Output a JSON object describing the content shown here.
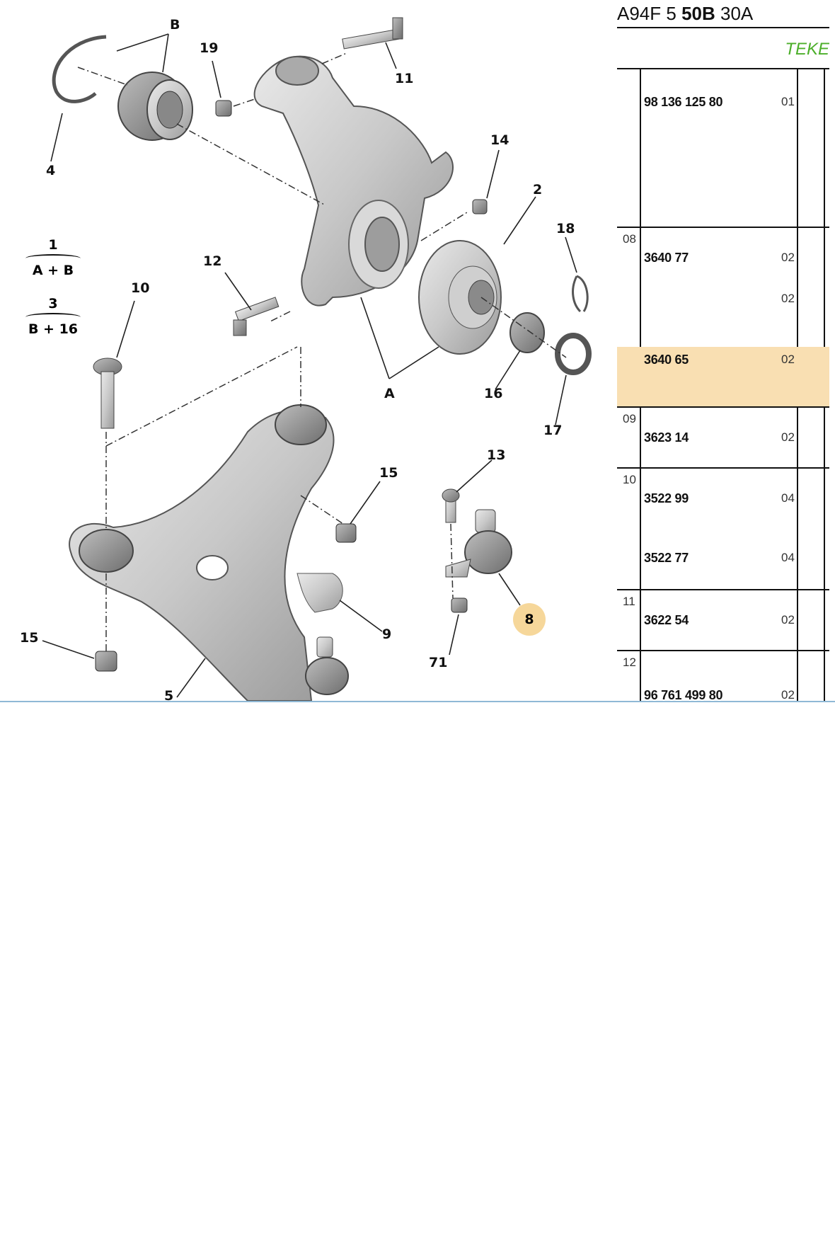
{
  "diagram": {
    "callouts": [
      "B",
      "19",
      "11",
      "4",
      "14",
      "2",
      "18",
      "12",
      "10",
      "16",
      "A",
      "17",
      "13",
      "15",
      "15",
      "9",
      "71",
      "8",
      "5"
    ],
    "formulas": [
      {
        "top": "1",
        "bottom": "A + B"
      },
      {
        "top": "3",
        "bottom": "B + 16"
      }
    ],
    "highlight_color": "#f6d79a"
  },
  "panel": {
    "header_part1": "A94F 5 ",
    "header_bold": "50B",
    "header_part2": " 30A",
    "subheader": "TEKE",
    "subheader_color": "#4caf2a",
    "highlight_color": "#f9dfb2",
    "rows": [
      {
        "group": "",
        "parts": [
          {
            "number": "98 136 125 80",
            "qty": "01"
          }
        ]
      },
      {
        "group": "08",
        "parts": [
          {
            "number": "3640 77",
            "qty": "02"
          },
          {
            "number": "",
            "qty": "02"
          }
        ]
      },
      {
        "group": "",
        "parts": [
          {
            "number": "3640 65",
            "qty": "02"
          }
        ],
        "highlighted": true
      },
      {
        "group": "09",
        "parts": [
          {
            "number": "3623 14",
            "qty": "02"
          }
        ]
      },
      {
        "group": "10",
        "parts": [
          {
            "number": "3522 99",
            "qty": "04"
          },
          {
            "number": "3522 77",
            "qty": "04"
          }
        ]
      },
      {
        "group": "11",
        "parts": [
          {
            "number": "3622 54",
            "qty": "02"
          }
        ]
      },
      {
        "group": "12",
        "parts": [
          {
            "number": "96 761 499 80",
            "qty": "02"
          }
        ]
      }
    ]
  }
}
